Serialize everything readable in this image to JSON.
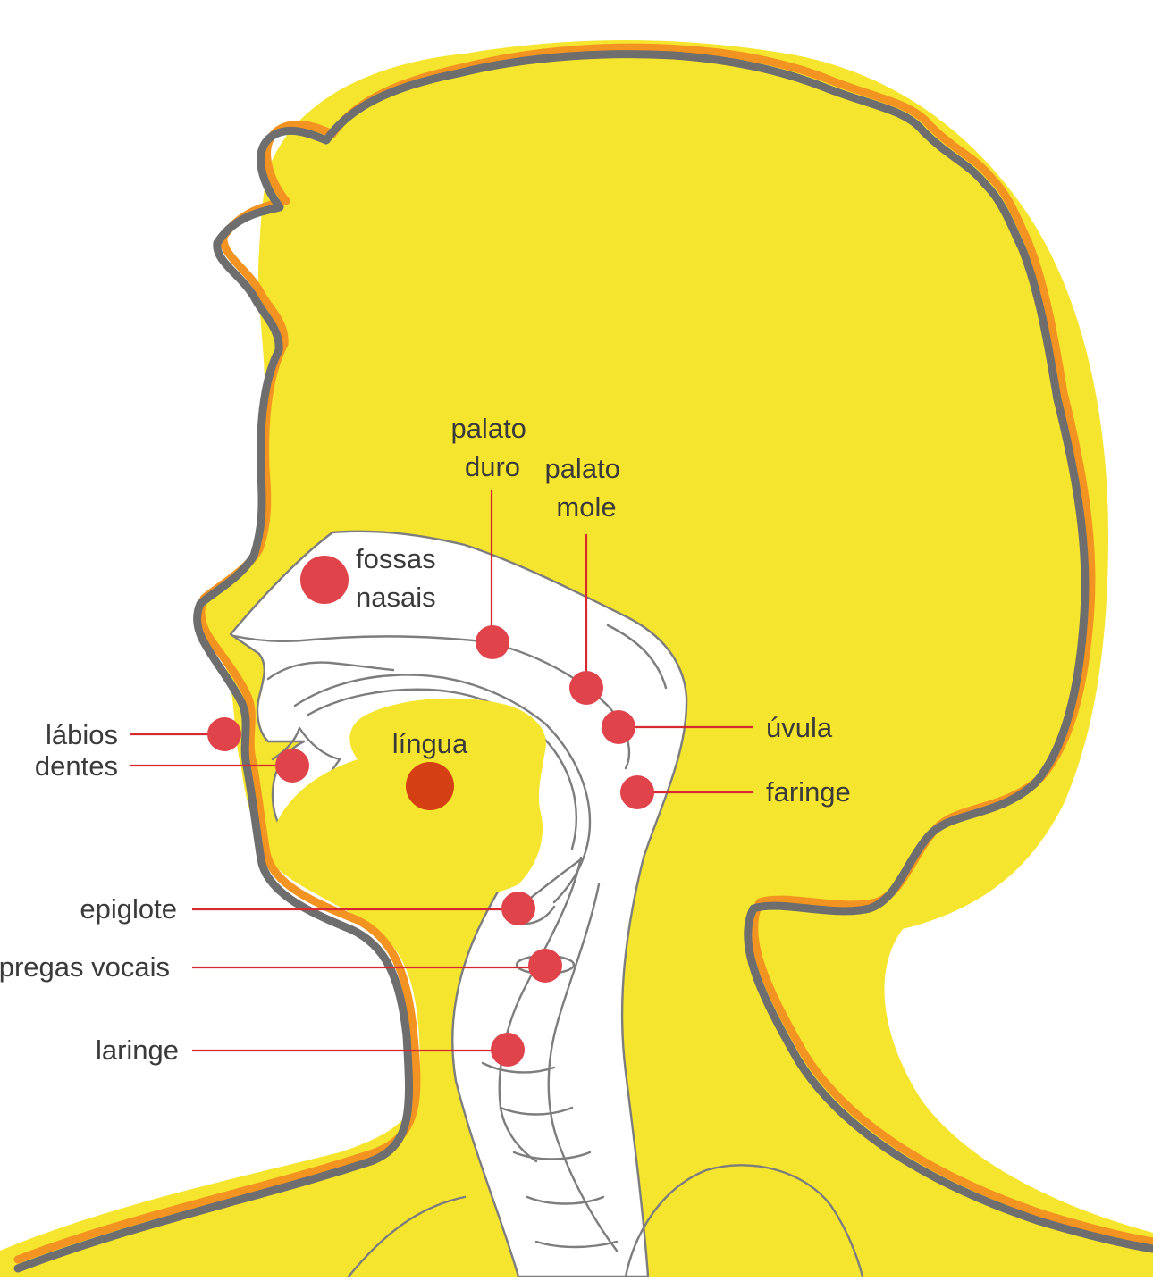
{
  "colors": {
    "skin_fill": "#f6e52e",
    "outline_orange": "#f39321",
    "outline_gray": "#6e6e6e",
    "marker_red": "#e0434a",
    "tongue_marker": "#d53f14",
    "leader_line": "#d42a30",
    "label_text": "#3a3a3a"
  },
  "labels": {
    "fossas_nasais": [
      "fossas",
      "nasais"
    ],
    "palato_duro": [
      "palato",
      "duro"
    ],
    "palato_mole": [
      "palato",
      "mole"
    ],
    "uvula": "úvula",
    "faringe": "faringe",
    "labios": "lábios",
    "dentes": "dentes",
    "lingua": "língua",
    "epiglote": "epiglote",
    "pregas_vocais": "pregas vocais",
    "laringe": "laringe"
  }
}
